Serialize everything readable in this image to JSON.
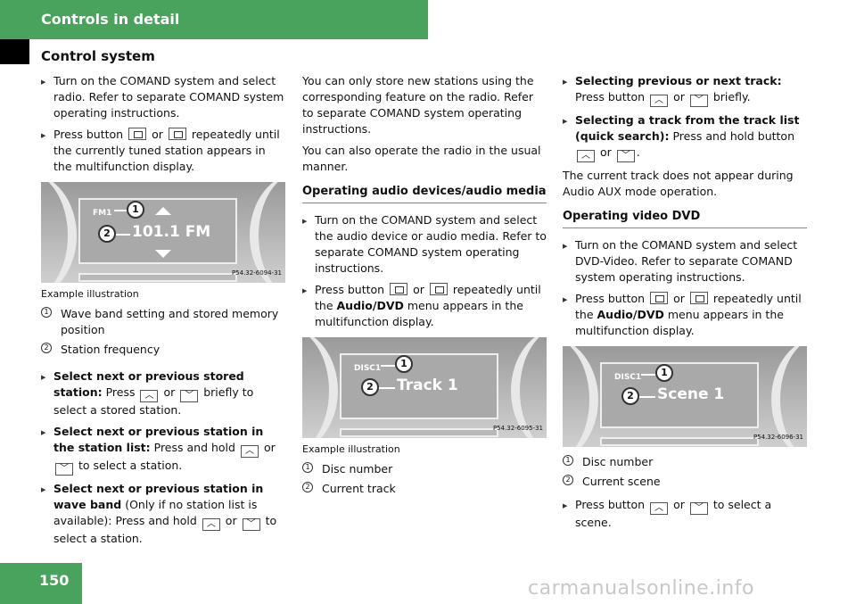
{
  "header": {
    "title": "Controls in detail",
    "section": "Control system"
  },
  "page_number": "150",
  "watermark": "carmanualsonline.info",
  "col1": {
    "step1": "Turn on the COMAND system and select radio. Refer to separate COMAND system operating instructions.",
    "step2_pre": "Press button",
    "or": "or",
    "step2_post": "repeatedly until the currently tuned station appears in the multifunction display.",
    "figure": {
      "label1": "FM1",
      "freq": "101.1 FM",
      "code": "P54.32-6094-31"
    },
    "caption": "Example illustration",
    "legend1": "Wave band setting and stored memory position",
    "legend2": "Station frequency",
    "step3_bold": "Select next or previous stored station:",
    "step3_pre": "Press",
    "step3_post": "briefly to select a stored station.",
    "step4_bold": "Select next or previous station in the station list:",
    "step4_pre": "Press and hold",
    "step4_post": "to select a station.",
    "step5_bold": "Select next or previous station in wave band",
    "step5_mid": "(Only if no station list is available): Press and hold",
    "step5_post": "to select a station."
  },
  "col2": {
    "para1": "You can only store new stations using the corresponding feature on the radio. Refer to separate COMAND system operating instructions.",
    "para2": "You can also operate the radio in the usual manner.",
    "heading": "Operating audio devices/audio media",
    "step1": "Turn on the COMAND system and select the audio device or audio media. Refer to separate COMAND system operating instructions.",
    "step2_pre": "Press button",
    "step2_mid": "repeatedly until the",
    "step2_bold": "Audio/DVD",
    "step2_post": "menu appears in the multifunction display.",
    "figure": {
      "label1": "DISC1",
      "text": "Track 1",
      "code": "P54.32-6095-31"
    },
    "caption": "Example illustration",
    "legend1": "Disc number",
    "legend2": "Current track"
  },
  "col3": {
    "step1_bold": "Selecting previous or next track:",
    "step1_pre": "Press button",
    "step1_post": "briefly.",
    "step2_bold": "Selecting a track from the track list (quick search):",
    "step2_pre": "Press and hold button",
    "para1": "The current track does not appear during Audio AUX mode operation.",
    "heading": "Operating video DVD",
    "step3": "Turn on the COMAND system and select DVD-Video. Refer to separate COMAND system operating instructions.",
    "step4_pre": "Press button",
    "step4_mid": "repeatedly until the",
    "step4_bold": "Audio/DVD",
    "step4_post": "menu appears in the multifunction display.",
    "figure": {
      "label1": "DISC1",
      "text": "Scene 1",
      "code": "P54.32-6096-31"
    },
    "legend1": "Disc number",
    "legend2": "Current scene",
    "step5_pre": "Press button",
    "step5_post": "to select a scene."
  },
  "glyphs": {
    "one": "1",
    "two": "2",
    "up": "︿",
    "down": "﹀",
    "dot": "."
  },
  "colors": {
    "header_green": "#4aa35c"
  }
}
